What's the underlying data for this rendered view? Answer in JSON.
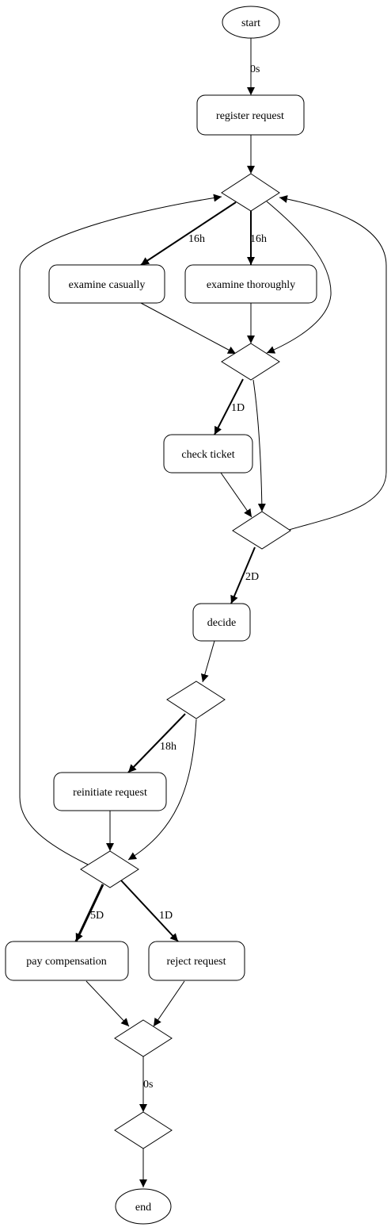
{
  "nodes": {
    "start": "start",
    "register_request": "register request",
    "examine_casually": "examine casually",
    "examine_thoroughly": "examine thoroughly",
    "check_ticket": "check ticket",
    "decide": "decide",
    "reinitiate_request": "reinitiate request",
    "pay_compensation": "pay compensation",
    "reject_request": "reject request",
    "end": "end"
  },
  "edge_labels": {
    "start_to_register": "0s",
    "gw1_to_examine_casually": "16h",
    "gw1_to_examine_thoroughly": "16h",
    "gw2_to_check_ticket": "1D",
    "gw3_to_decide": "2D",
    "gw4_to_reinitiate": "18h",
    "gw5_to_pay_compensation": "5D",
    "gw5_to_reject_request": "1D",
    "gw6_to_gw7": "0s"
  }
}
